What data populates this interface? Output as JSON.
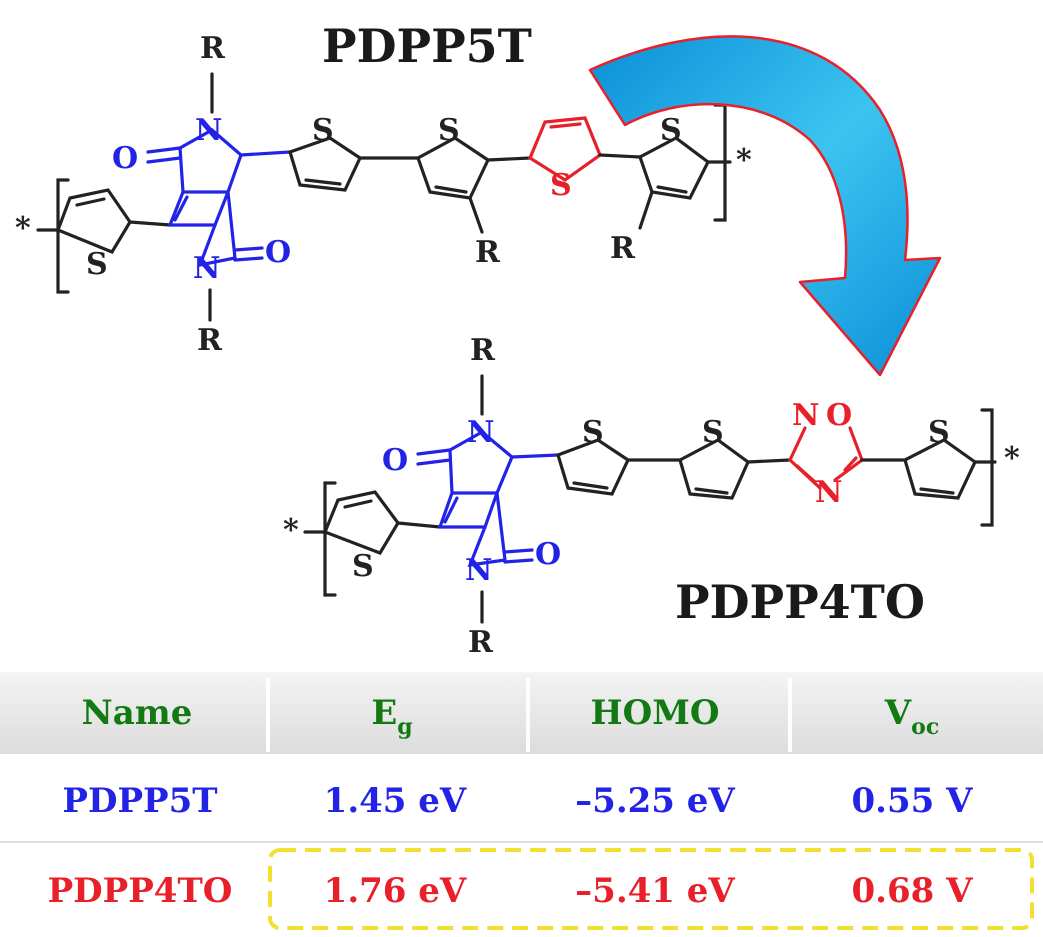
{
  "polymers": {
    "top": {
      "name": "PDPP5T",
      "rgroup": "R",
      "carbonyl": "O",
      "nitrogen": "N",
      "sulfur": "S",
      "end": "*"
    },
    "bottom": {
      "name": "PDPP4TO",
      "rgroup": "R",
      "carbonyl": "O",
      "nitrogen": "N",
      "sulfur": "S",
      "oxadiazole_n": "N",
      "oxadiazole_o": "O",
      "end": "*"
    }
  },
  "table": {
    "headers": [
      {
        "main": "Name",
        "sub": ""
      },
      {
        "main": "E",
        "sub": "g"
      },
      {
        "main": "HOMO",
        "sub": ""
      },
      {
        "main": "V",
        "sub": "oc"
      }
    ],
    "rows": [
      {
        "name": "PDPP5T",
        "eg": "1.45 eV",
        "homo": "–5.25 eV",
        "voc": "0.55 V"
      },
      {
        "name": "PDPP4TO",
        "eg": "1.76 eV",
        "homo": "–5.41 eV",
        "voc": "0.68 V"
      }
    ]
  },
  "colors": {
    "dpp_core": "#2323e8",
    "highlight": "#e8202a",
    "header_text": "#137a13",
    "row1_text": "#2323e8",
    "row2_text": "#e8202a",
    "arrow_fill": "#2ab4e8",
    "arrow_stroke": "#e8202a",
    "dashed_box": "#f2e030"
  }
}
